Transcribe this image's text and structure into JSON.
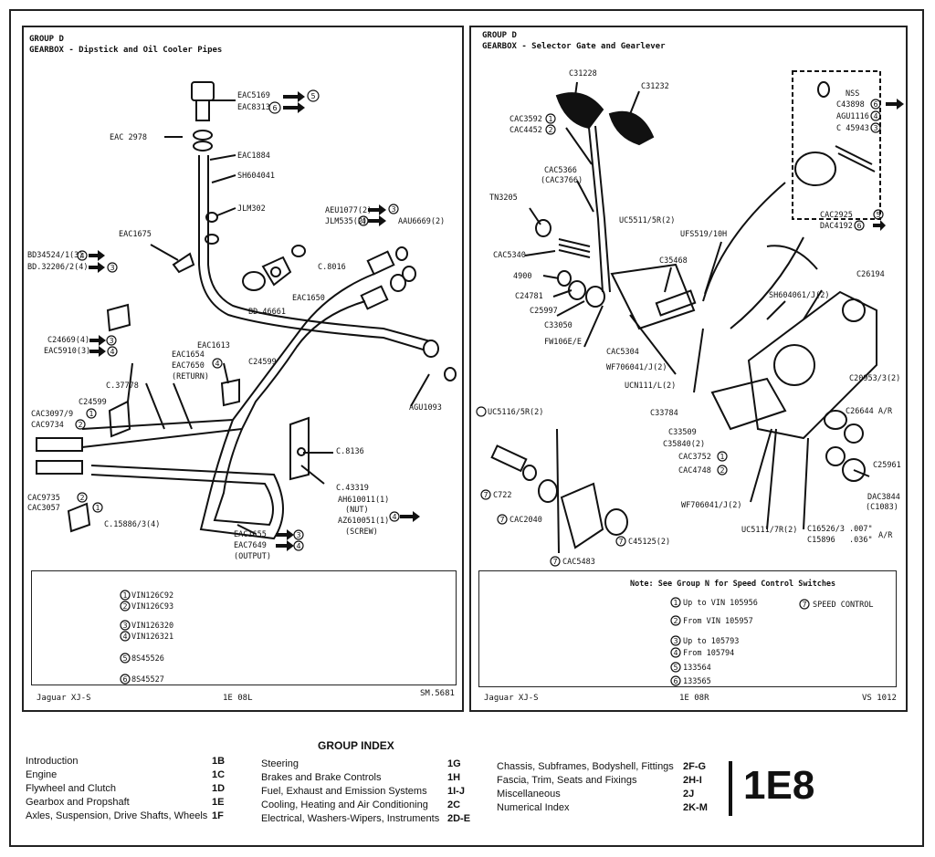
{
  "left": {
    "group": "GROUP D",
    "title": "GEARBOX - Dipstick and Oil Cooler Pipes",
    "labels": {
      "eac5169": "EAC5169",
      "eac8313": "EAC8313",
      "eac2978": "EAC 2978",
      "eac1884": "EAC1884",
      "sh604041": "SH604041",
      "jlm302": "JLM302",
      "eac1675": "EAC1675",
      "bd34524": "BD34524/1(3)",
      "bd32206": "BD.32206/2(4)",
      "c8016": "C.8016",
      "eac1650": "EAC1650",
      "bd46661": "BD.46661",
      "aeu1077": "AEU1077(2)",
      "jlm535": "JLM535(2)",
      "aau6669": "AAU6669(2)",
      "c24669": "C24669(4)",
      "eac5910": "EAC5910(3)",
      "eac1613": "EAC1613",
      "eac1654": "EAC1654",
      "eac7650": "EAC7650",
      "return": "(RETURN)",
      "c24599a": "C24599",
      "c37778": "C.37778",
      "c24599b": "C24599",
      "cac3097_9": "CAC3097/9",
      "cac9734": "CAC9734",
      "agu1093": "AGU1093",
      "c8136": "C.8136",
      "cac9735": "CAC9735",
      "cac3057": "CAC3057",
      "c15886": "C.15886/3(4)",
      "c43319": "C.43319",
      "ah610011": "AH610011(1)",
      "nut": "(NUT)",
      "az610051": "AZ610051(1)",
      "screw": "(SCREW)",
      "eac1655": "EAC1655",
      "eac7649": "EAC7649",
      "output": "(OUTPUT)"
    },
    "notes": [
      "VIN126C92",
      "VIN126C93",
      "VIN126320",
      "VIN126321",
      "8S45526",
      "8S45527"
    ],
    "footer_left": "Jaguar XJ-S",
    "footer_mid": "1E 08L",
    "footer_right": "SM.5681"
  },
  "right": {
    "group": "GROUP D",
    "title": "GEARBOX - Selector Gate and Gearlever",
    "labels": {
      "c31228": "C31228",
      "c31232": "C31232",
      "cac3592": "CAC3592",
      "cac4452": "CAC4452",
      "nss": "NSS",
      "c43898": "C43898",
      "agu1116": "AGU1116",
      "c45943": "C 45943",
      "cac5366": "CAC5366",
      "cac3766": "(CAC3766)",
      "tn3205": "TN3205",
      "uc5511": "UC5511/5R(2)",
      "cac2925": "CAC2925",
      "dac4192": "DAC4192",
      "cac5340": "CAC5340",
      "ufs519": "UFS519/10H",
      "c35468": "C35468",
      "c26194": "C26194",
      "n4900": "4900",
      "c24781": "C24781",
      "c25997": "C25997",
      "c33050": "C33050",
      "fw106e": "FW106E/E",
      "sh604061": "SH604061/J(2)",
      "cac5304": "CAC5304",
      "wf706041a": "WF706041/J(2)",
      "ucn111": "UCN111/L(2)",
      "c20953": "C20953/3(2)",
      "c33784": "C33784",
      "c26644": "C26644 A/R",
      "uc5116": "UC5116/5R(2)",
      "c33509": "C33509",
      "c35840": "C35840(2)",
      "cac3752": "CAC3752",
      "cac4748": "CAC4748",
      "c25961": "C25961",
      "c722": "C722",
      "cac2040": "CAC2040",
      "wf706041b": "WF706041/J(2)",
      "dac3844": "DAC3844",
      "c1083": "(C1083)",
      "uc5111": "UC5111/7R(2)",
      "c16526": "C16526/3",
      "c15896": "C15896",
      "ar1": ".007\"",
      "ar2": ".036\"",
      "ar_unit": "A/R",
      "c45125": "C45125(2)",
      "cac5483": "CAC5483"
    },
    "note_heading": "Note:  See Group N for Speed Control Switches",
    "notes": {
      "n1": "Up to VIN 105956",
      "n2": "From VIN 105957",
      "n3": "Up to 105793",
      "n4": "From  105794",
      "n5": "133564",
      "n6": "133565",
      "n7": "SPEED CONTROL"
    },
    "footer_left": "Jaguar XJ-S",
    "footer_mid": "1E 08R",
    "footer_right": "VS 1012"
  },
  "index": {
    "title": "GROUP INDEX",
    "col1": [
      {
        "name": "Introduction",
        "code": "1B"
      },
      {
        "name": "Engine",
        "code": "1C"
      },
      {
        "name": "Flywheel and Clutch",
        "code": "1D"
      },
      {
        "name": "Gearbox and Propshaft",
        "code": "1E"
      },
      {
        "name": "Axles, Suspension, Drive Shafts, Wheels",
        "code": "1F"
      }
    ],
    "col2": [
      {
        "name": "Steering",
        "code": "1G"
      },
      {
        "name": "Brakes and Brake Controls",
        "code": "1H"
      },
      {
        "name": "Fuel, Exhaust and Emission Systems",
        "code": "1I-J"
      },
      {
        "name": "Cooling, Heating and Air Conditioning",
        "code": "2C"
      },
      {
        "name": "Electrical, Washers-Wipers, Instruments",
        "code": "2D-E"
      }
    ],
    "col3": [
      {
        "name": "Chassis, Subframes, Bodyshell, Fittings",
        "code": "2F-G"
      },
      {
        "name": "Fascia, Trim, Seats and Fixings",
        "code": "2H-I"
      },
      {
        "name": "Miscellaneous",
        "code": "2J"
      },
      {
        "name": "Numerical Index",
        "code": "2K-M"
      }
    ],
    "page_code": "1E8"
  }
}
